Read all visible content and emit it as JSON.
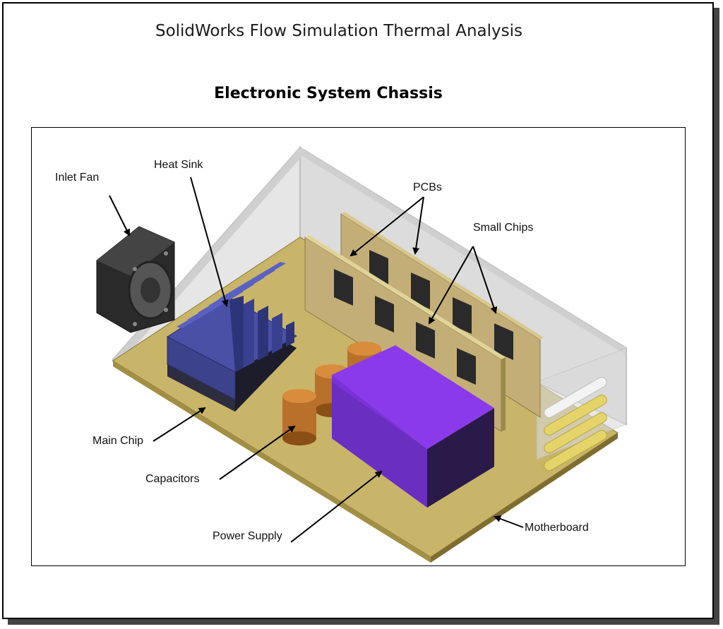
{
  "page": {
    "title": "SolidWorks Flow Simulation Thermal Analysis",
    "subtitle": "Electronic System Chassis"
  },
  "labels": {
    "inlet_fan": "Inlet Fan",
    "heat_sink": "Heat Sink",
    "pcbs": "PCBs",
    "small_chips": "Small Chips",
    "main_chip": "Main Chip",
    "capacitors": "Capacitors",
    "power_supply": "Power Supply",
    "motherboard": "Motherboard"
  },
  "colors": {
    "motherboard": "#c8b56a",
    "heat_sink": "#3a3f8a",
    "power_supply": "#7a2fd0",
    "capacitor": "#c87a28",
    "chip": "#2a2a2a",
    "chassis_wall": "#d0d0d0"
  }
}
